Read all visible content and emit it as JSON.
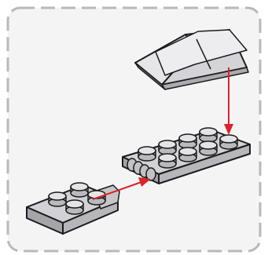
{
  "panel": {
    "background_color": "#f4f4f4",
    "border_color": "#b9b9b9",
    "border_style": "dashed"
  },
  "parts": [
    {
      "id": "slope-brick",
      "description_icon": "slope-roof-icon",
      "color": "#d9d9dc"
    },
    {
      "id": "hinge-plate-with-studs",
      "description_icon": "hinge-plate-icon",
      "color": "#c9c9cc"
    },
    {
      "id": "plate-2x2-with-hinge",
      "description_icon": "small-plate-icon",
      "color": "#c9c9cc"
    }
  ],
  "arrows": [
    {
      "from": "slope-brick",
      "to": "hinge-plate-with-studs",
      "color": "#d9232e"
    },
    {
      "from": "plate-2x2-with-hinge",
      "to": "hinge-plate-with-studs",
      "color": "#d9232e"
    }
  ]
}
